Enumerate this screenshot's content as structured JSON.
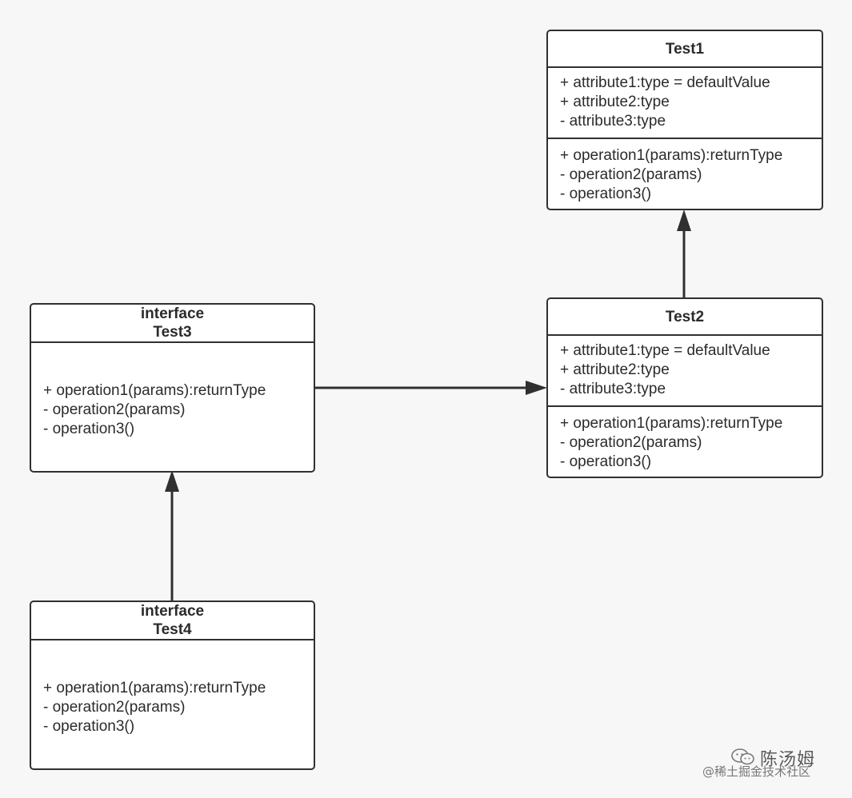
{
  "diagram": {
    "classes": {
      "test1": {
        "stereotype": "",
        "name": "Test1",
        "attributes": [
          "+ attribute1:type = defaultValue",
          "+ attribute2:type",
          "- attribute3:type"
        ],
        "operations": [
          "+ operation1(params):returnType",
          "- operation2(params)",
          "- operation3()"
        ]
      },
      "test2": {
        "stereotype": "",
        "name": "Test2",
        "attributes": [
          "+ attribute1:type = defaultValue",
          "+ attribute2:type",
          "- attribute3:type"
        ],
        "operations": [
          "+ operation1(params):returnType",
          "- operation2(params)",
          "- operation3()"
        ]
      },
      "test3": {
        "stereotype": "interface",
        "name": "Test3",
        "operations": [
          "+ operation1(params):returnType",
          "- operation2(params)",
          "- operation3()"
        ]
      },
      "test4": {
        "stereotype": "interface",
        "name": "Test4",
        "operations": [
          "+ operation1(params):returnType",
          "- operation2(params)",
          "- operation3()"
        ]
      }
    },
    "relations": [
      {
        "from": "Test2",
        "to": "Test1",
        "arrow": "filled-triangle"
      },
      {
        "from": "Test3",
        "to": "Test2",
        "arrow": "filled-triangle"
      },
      {
        "from": "Test4",
        "to": "Test3",
        "arrow": "filled-triangle"
      }
    ],
    "line_color": "#303030"
  },
  "watermark": {
    "icon": "wechat-icon",
    "author": "陈汤姆",
    "source": "@稀土掘金技术社区"
  }
}
